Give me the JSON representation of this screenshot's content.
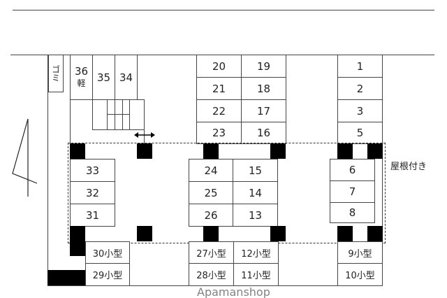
{
  "labels": {
    "garbage": "ゴミ",
    "roofed": "屋根付き",
    "watermark": "Apamanshop"
  },
  "spaces": {
    "s36": "36",
    "s36_note": "軽",
    "s35": "35",
    "s34": "34",
    "s20": "20",
    "s21": "21",
    "s22": "22",
    "s23": "23",
    "s19": "19",
    "s18": "18",
    "s17": "17",
    "s16": "16",
    "s1": "1",
    "s2": "2",
    "s3": "3",
    "s5": "5",
    "s33": "33",
    "s32": "32",
    "s31": "31",
    "s24": "24",
    "s25": "25",
    "s26": "26",
    "s15": "15",
    "s14": "14",
    "s13": "13",
    "s6": "6",
    "s7": "7",
    "s8": "8",
    "s30": "30小型",
    "s29": "29小型",
    "s27": "27小型",
    "s28": "28小型",
    "s12": "12小型",
    "s11": "11小型",
    "s9": "9小型",
    "s10": "10小型"
  }
}
